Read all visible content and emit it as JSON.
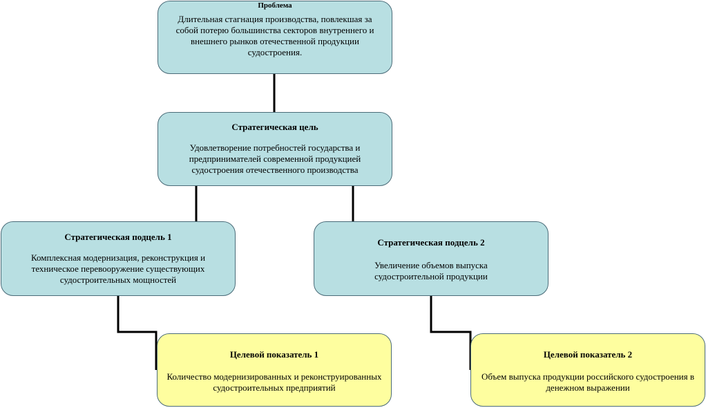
{
  "colors": {
    "blue_box": "#b8dfe2",
    "yellow_box": "#fefe9f",
    "connector": "#000000"
  },
  "problem": {
    "title": "Проблема",
    "text": "Длительная стагнация производства, повлекшая за собой потерю большинства секторов внутреннего и внешнего рынков отечественной продукции судостроения."
  },
  "goal": {
    "title": "Стратегическая цель",
    "text": "Удовлетворение потребностей государства и предпринимателей современной продукцией судостроения отечественного производства"
  },
  "subgoals": [
    {
      "title": "Стратегическая подцель 1",
      "text": "Комплексная модернизация, реконструкция и техническое перевооружение существующих судостроительных мощностей"
    },
    {
      "title": "Стратегическая подцель 2",
      "text": "Увеличение объемов выпуска судостроительной продукции"
    }
  ],
  "indicators": [
    {
      "title": "Целевой показатель 1",
      "text": "Количество модернизированных и реконструированных судостроительных предприятий"
    },
    {
      "title": "Целевой показатель 2",
      "text": "Объем выпуска продукции российского судостроения в денежном выражении"
    }
  ]
}
